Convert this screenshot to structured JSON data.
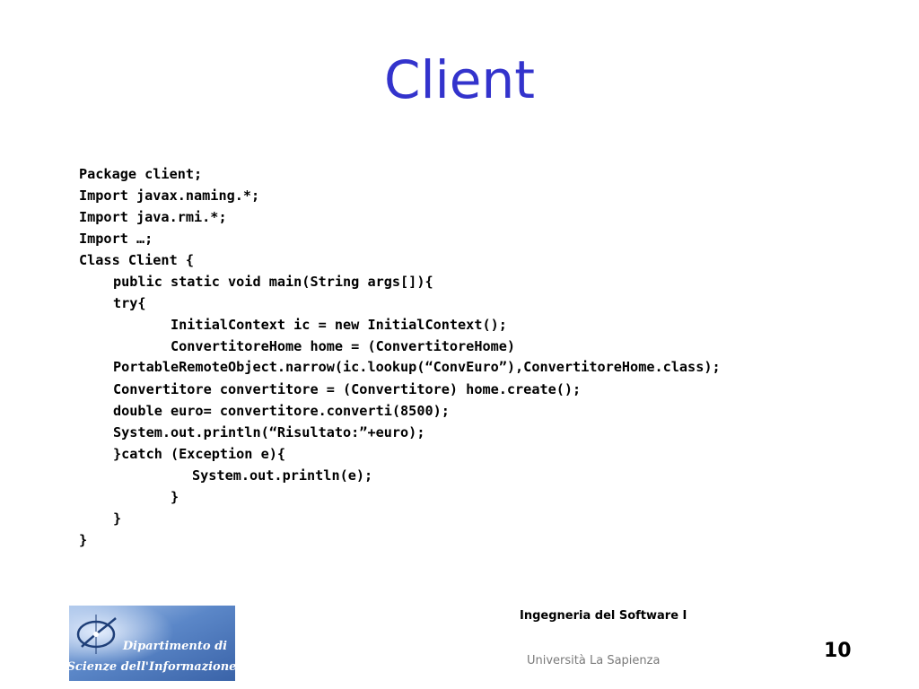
{
  "title": "Client",
  "code_lines": [
    {
      "text": "Package client;",
      "indent": 0
    },
    {
      "text": "Import javax.naming.*;",
      "indent": 0
    },
    {
      "text": "Import java.rmi.*;",
      "indent": 0
    },
    {
      "text": "Import …;",
      "indent": 0
    },
    {
      "text": "Class Client {",
      "indent": 0
    },
    {
      "text": "public static void main(String args[]){",
      "indent": 38
    },
    {
      "text": "try{",
      "indent": 38
    },
    {
      "text": "InitialContext ic = new InitialContext();",
      "indent": 102
    },
    {
      "text": "ConvertitoreHome home = (ConvertitoreHome)",
      "indent": 102
    },
    {
      "text": "PortableRemoteObject.narrow(ic.lookup(“ConvEuro”),ConvertitoreHome.class);",
      "indent": 38,
      "wrap": true
    },
    {
      "text": "Convertitore convertitore = (Convertitore) home.create();",
      "indent": 38
    },
    {
      "text": "double euro= convertitore.converti(8500);",
      "indent": 38
    },
    {
      "text": "System.out.println(“Risultato:”+euro);",
      "indent": 38
    },
    {
      "text": "}catch (Exception e){",
      "indent": 38
    },
    {
      "text": "System.out.println(e);",
      "indent": 126
    },
    {
      "text": "}",
      "indent": 102
    },
    {
      "text": "}",
      "indent": 38
    },
    {
      "text": "}",
      "indent": 0
    }
  ],
  "footer": {
    "logo": {
      "text_line1": "Dipartimento di",
      "text_line2": "Scienze dell'Informazione",
      "icon": "department-logo-icon",
      "colors": {
        "background": "#5b87c8",
        "text": "#ffffff"
      }
    },
    "course": "Ingegneria del Software I",
    "university": "Università La Sapienza",
    "page_number": "10"
  },
  "colors": {
    "title": "#3333cc",
    "code": "#000000",
    "university": "#7a7a7a"
  }
}
